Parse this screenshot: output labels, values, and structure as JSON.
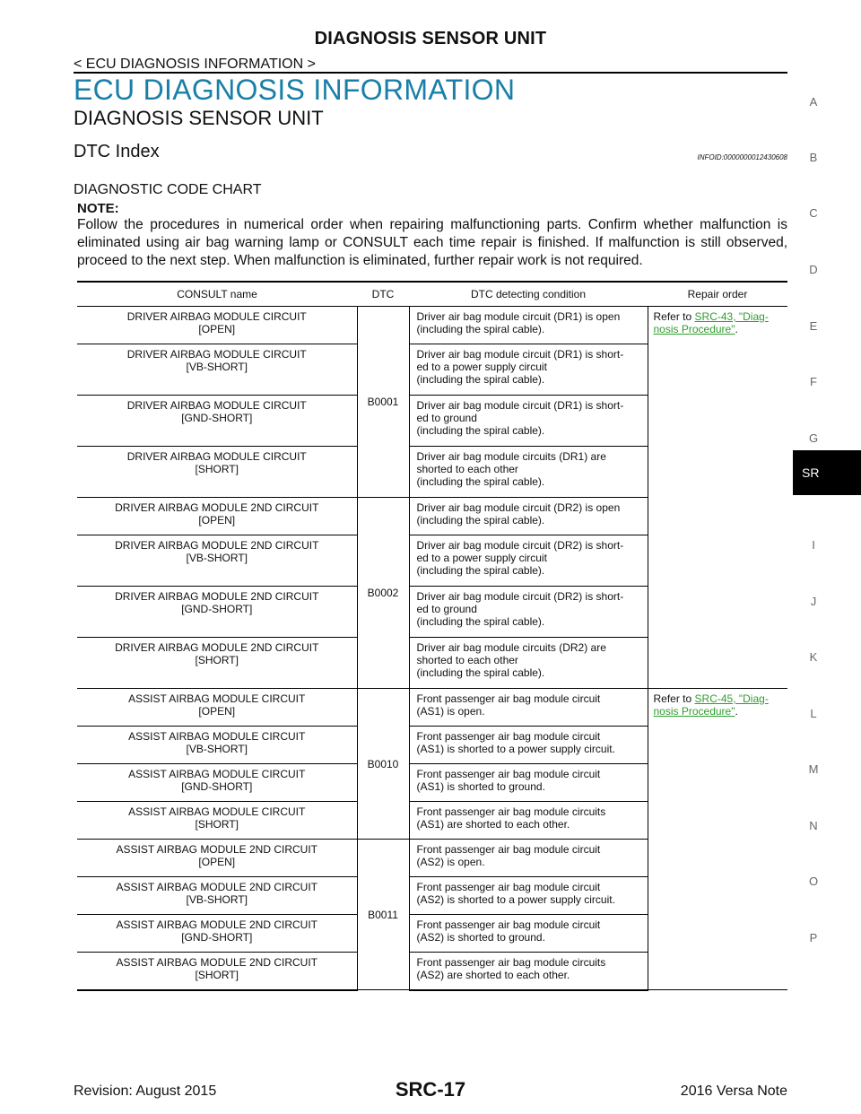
{
  "header": {
    "title": "DIAGNOSIS SENSOR UNIT",
    "breadcrumb": "< ECU DIAGNOSIS INFORMATION >"
  },
  "section_title": "ECU DIAGNOSIS INFORMATION",
  "sub_title": "DIAGNOSIS SENSOR UNIT",
  "dtc_index_title": "DTC Index",
  "infoid": "INFOID:0000000012430608",
  "chart_title": "DIAGNOSTIC CODE CHART",
  "note": {
    "label": "NOTE:",
    "text": "Follow the procedures in numerical order when repairing malfunctioning parts. Confirm whether malfunction is eliminated using air bag warning lamp or CONSULT each time repair is finished. If malfunction is still observed, proceed to the next step. When malfunction is eliminated, further repair work is not required."
  },
  "side_index": {
    "letters": [
      "A",
      "B",
      "C",
      "D",
      "E",
      "F",
      "G",
      "I",
      "J",
      "K",
      "L",
      "M",
      "N",
      "O",
      "P"
    ],
    "active_tab": "SR"
  },
  "table": {
    "columns": [
      "CONSULT name",
      "DTC",
      "DTC detecting condition",
      "Repair order"
    ],
    "rows": [
      {
        "name": "DRIVER AIRBAG MODULE CIRCUIT\n[OPEN]",
        "dtc": "B0001",
        "dtc_rowspan": 4,
        "condition": "Driver air bag module circuit (DR1) is open\n(including the spiral cable).",
        "repair_prefix": "Refer to ",
        "repair_link": "SRC-43, \"Diag-\nnosis Procedure\"",
        "repair_suffix": ".",
        "repair_rowspan": 8
      },
      {
        "name": "DRIVER AIRBAG MODULE CIRCUIT\n[VB-SHORT]",
        "condition": "Driver air bag module circuit (DR1) is short-\ned to a power supply circuit\n(including the spiral cable)."
      },
      {
        "name": "DRIVER AIRBAG MODULE CIRCUIT\n[GND-SHORT]",
        "condition": "Driver air bag module circuit (DR1) is short-\ned to ground\n(including the spiral cable)."
      },
      {
        "name": "DRIVER AIRBAG MODULE CIRCUIT\n[SHORT]",
        "condition": "Driver air bag module circuits (DR1) are\nshorted to each other\n(including the spiral cable)."
      },
      {
        "name": "DRIVER AIRBAG MODULE 2ND CIRCUIT\n[OPEN]",
        "dtc": "B0002",
        "dtc_rowspan": 4,
        "condition": "Driver air bag module circuit (DR2) is open\n(including the spiral cable)."
      },
      {
        "name": "DRIVER AIRBAG MODULE 2ND CIRCUIT\n[VB-SHORT]",
        "condition": "Driver air bag module circuit (DR2) is short-\ned to a power supply circuit\n(including the spiral cable)."
      },
      {
        "name": "DRIVER AIRBAG MODULE 2ND CIRCUIT\n[GND-SHORT]",
        "condition": "Driver air bag module circuit (DR2) is short-\ned to ground\n(including the spiral cable)."
      },
      {
        "name": "DRIVER AIRBAG MODULE 2ND CIRCUIT\n[SHORT]",
        "condition": "Driver air bag module circuits (DR2) are\nshorted to each other\n(including the spiral cable)."
      },
      {
        "name": "ASSIST AIRBAG MODULE CIRCUIT\n[OPEN]",
        "dtc": "B0010",
        "dtc_rowspan": 4,
        "condition": "Front passenger air bag module circuit\n(AS1) is open.",
        "repair_prefix": "Refer to ",
        "repair_link": "SRC-45, \"Diag-\nnosis Procedure\"",
        "repair_suffix": ".",
        "repair_rowspan": 8
      },
      {
        "name": "ASSIST AIRBAG MODULE CIRCUIT\n[VB-SHORT]",
        "condition": "Front passenger air bag module circuit\n(AS1) is shorted to a power supply circuit."
      },
      {
        "name": "ASSIST AIRBAG MODULE CIRCUIT\n[GND-SHORT]",
        "condition": "Front passenger air bag module circuit\n(AS1) is shorted to ground."
      },
      {
        "name": "ASSIST AIRBAG MODULE CIRCUIT\n[SHORT]",
        "condition": "Front passenger air bag module circuits\n(AS1) are shorted to each other."
      },
      {
        "name": "ASSIST AIRBAG MODULE 2ND CIRCUIT\n[OPEN]",
        "dtc": "B0011",
        "dtc_rowspan": 4,
        "condition": "Front passenger air bag module circuit\n(AS2) is open."
      },
      {
        "name": "ASSIST AIRBAG MODULE 2ND CIRCUIT\n[VB-SHORT]",
        "condition": "Front passenger air bag module circuit\n(AS2) is shorted to a power supply circuit."
      },
      {
        "name": "ASSIST AIRBAG MODULE 2ND CIRCUIT\n[GND-SHORT]",
        "condition": "Front passenger air bag module circuit\n(AS2) is shorted to ground."
      },
      {
        "name": "ASSIST AIRBAG MODULE 2ND CIRCUIT\n[SHORT]",
        "condition": "Front passenger air bag module circuits\n(AS2) are shorted to each other."
      }
    ]
  },
  "footer": {
    "revision": "Revision: August 2015",
    "page": "SRC-17",
    "model": "2016 Versa Note"
  }
}
